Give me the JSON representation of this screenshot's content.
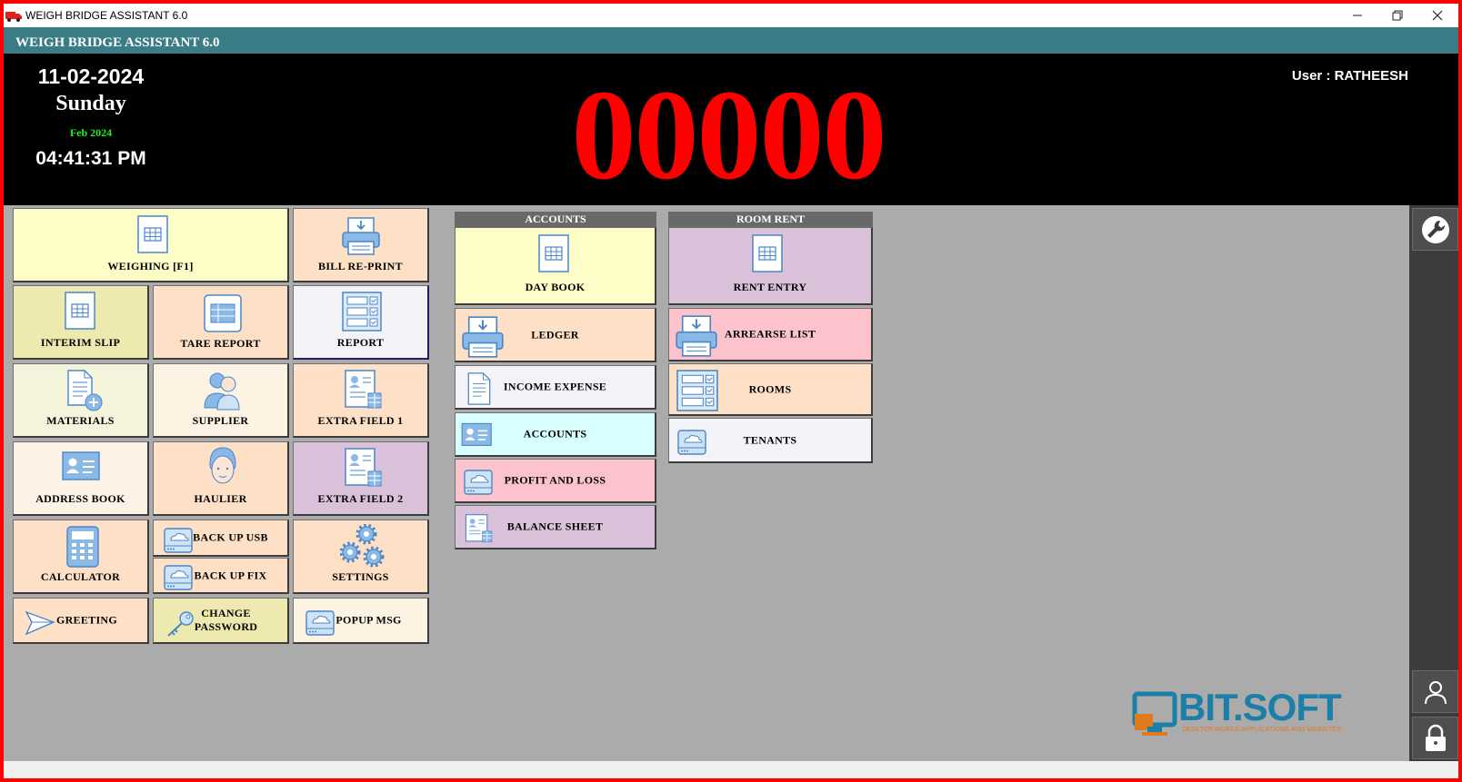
{
  "window": {
    "title": "WEIGH BRIDGE ASSISTANT 6.0",
    "minimize_icon": "minimize-icon",
    "maximize_icon": "restore-icon",
    "close_icon": "close-icon"
  },
  "header": {
    "title": "WEIGH BRIDGE ASSISTANT 6.0"
  },
  "display": {
    "date": "11-02-2024",
    "day": "Sunday",
    "month": "Feb 2024",
    "time": "04:41:31 PM",
    "weight": "00000",
    "user": "User : RATHEESH"
  },
  "main_tiles": {
    "weighing": "WEIGHING [F1]",
    "bill_reprint": "BILL RE-PRINT",
    "interim_slip": "INTERIM SLIP",
    "tare_report": "TARE REPORT",
    "report": "REPORT",
    "materials": "MATERIALS",
    "supplier": "SUPPLIER",
    "extra_field_1": "EXTRA FIELD 1",
    "address_book": "ADDRESS BOOK",
    "haulier": "HAULIER",
    "extra_field_2": "EXTRA FIELD 2",
    "calculator": "CALCULATOR",
    "backup_usb": "BACK UP USB",
    "backup_fix": "BACK UP FIX",
    "settings": "SETTINGS",
    "greeting": "GREETING",
    "change_password_1": "CHANGE",
    "change_password_2": "PASSWORD",
    "popup_msg": "POPUP MSG"
  },
  "accounts": {
    "heading": "ACCOUNTS",
    "day_book": "DAY BOOK",
    "ledger": "LEDGER",
    "income_expense": "INCOME EXPENSE",
    "accounts": "ACCOUNTS",
    "profit_and_loss": "PROFIT AND LOSS",
    "balance_sheet": "BALANCE SHEET"
  },
  "room_rent": {
    "heading": "ROOM RENT",
    "rent_entry": "RENT ENTRY",
    "arrearse_list": "ARREARSE LIST",
    "rooms": "ROOMS",
    "tenants": "TENANTS"
  },
  "sidebar": {
    "tools_icon": "wrench-icon",
    "user_icon": "user-icon",
    "lock_icon": "lock-icon"
  },
  "logo": {
    "brand": "BIT.SOFT",
    "tagline": "DESKTOP.MOBILE APPLICATIONS AND WEBSITES"
  },
  "colors": {
    "header_bar": "#3a7d87",
    "weight_digits": "#ff0000",
    "frame": "#ff0000",
    "brand_blue": "#1b7fa8",
    "brand_orange": "#e07a1f"
  }
}
